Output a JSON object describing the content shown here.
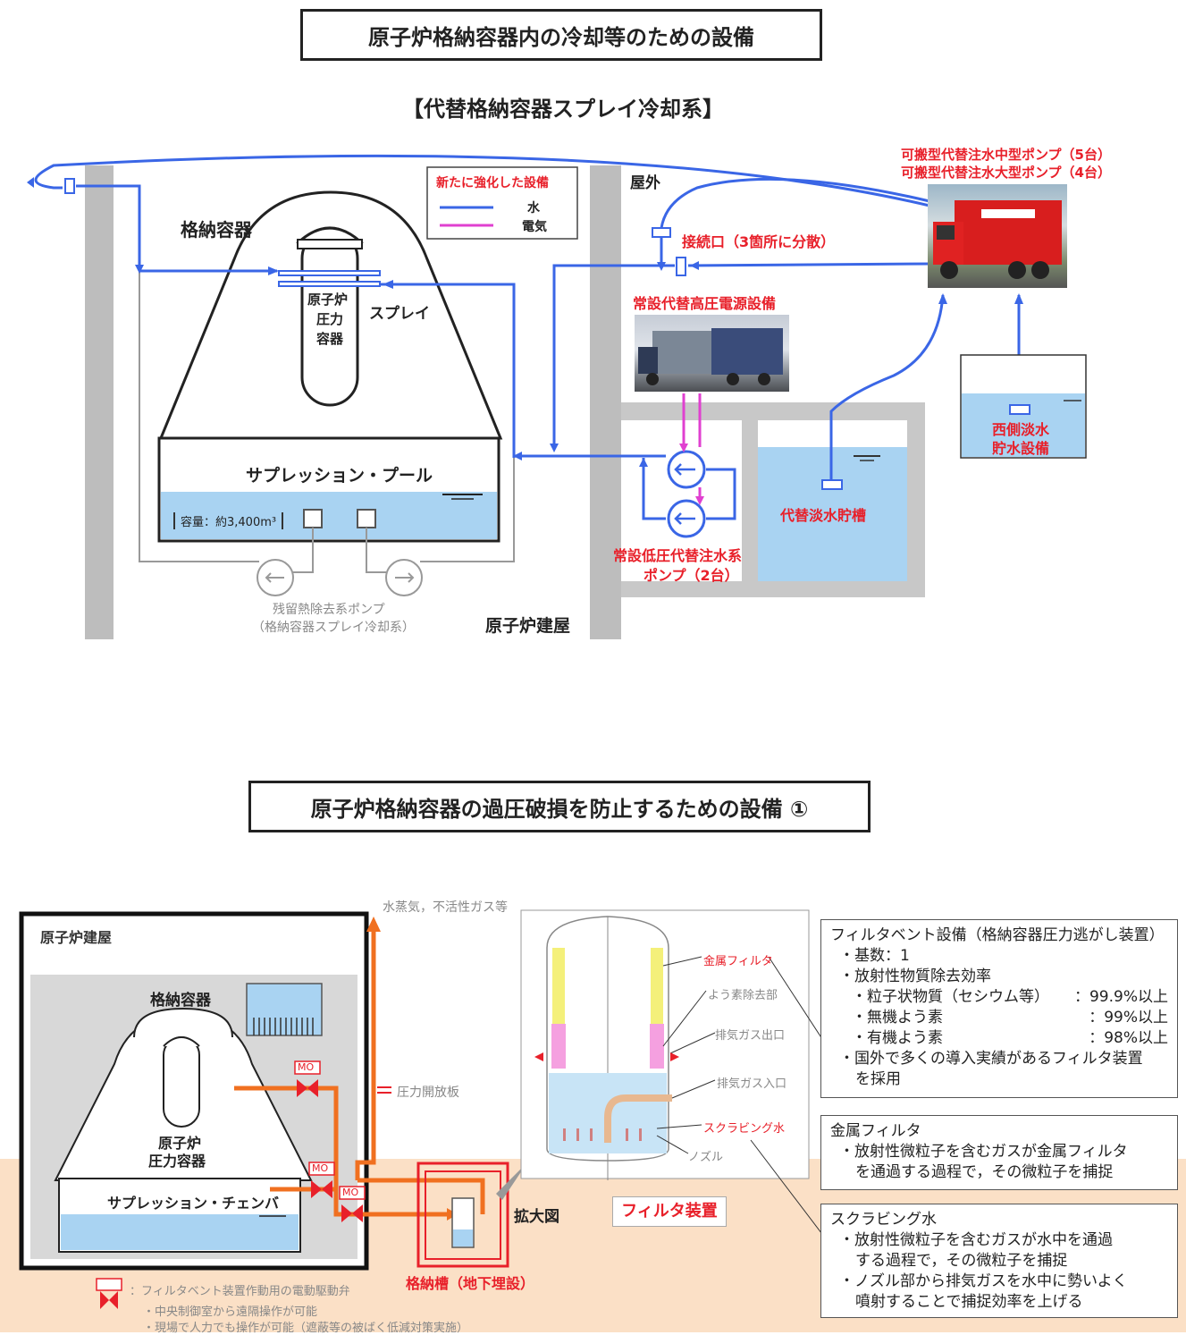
{
  "top": {
    "title": "原子炉格納容器内の冷却等のための設備",
    "subtitle": "【代替格納容器スプレイ冷却系】",
    "legend": {
      "heading": "新たに強化した設備",
      "water": "水",
      "electric": "電気"
    },
    "outdoor_label": "屋外",
    "pcv_label": "格納容器",
    "rpv_label": [
      "原子炉",
      "圧力",
      "容器"
    ],
    "spray_label": "スプレイ",
    "suppression_pool_label": "サプレッション・プール",
    "capacity_label": "容量：約3,400m³",
    "rhr_pump_label": [
      "残留熱除去系ポンプ",
      "（格納容器スプレイ冷却系）"
    ],
    "reactor_building_label": "原子炉建屋",
    "connection_label": "接続口（3箇所に分散）",
    "hv_power_label": "常設代替高圧電源設備",
    "lp_pump_label": [
      "常設低圧代替注水系",
      "ポンプ（2台）"
    ],
    "fw_tank_label": "代替淡水貯槽",
    "portable_pump_label": [
      "可搬型代替注水中型ポンプ（5台）",
      "可搬型代替注水大型ポンプ（4台）"
    ],
    "west_tank_label": [
      "西側淡水",
      "貯水設備"
    ]
  },
  "bottom": {
    "title": "原子炉格納容器の過圧破損を防止するための設備 ①",
    "reactor_building_label": "原子炉建屋",
    "pcv_label": "格納容器",
    "rpv_label": [
      "原子炉",
      "圧力容器"
    ],
    "suppression_chamber_label": "サプレッション・チェンバ",
    "mo_label": "MO",
    "exhaust_label": "水蒸気，不活性ガス等",
    "rupture_disk_label": "圧力開放板",
    "storage_tank_label": "格納槽（地下埋設）",
    "zoom_label": "拡大図",
    "filter_unit_label": "フィルタ装置",
    "filter_parts": {
      "metal_filter": "金属フィルタ",
      "iodine_removal": "よう素除去部",
      "gas_outlet": "排気ガス出口",
      "gas_inlet": "排気ガス入口",
      "scrubbing_water": "スクラビング水",
      "nozzle": "ノズル"
    },
    "legend_mo_text": "：フィルタベント装置作動用の電動駆動弁",
    "legend_notes": [
      "・中央制御室から遠隔操作が可能",
      "・現場で人力でも操作が可能（遮蔽等の被ばく低減対策実施）"
    ],
    "info1": {
      "heading": "フィルタベント設備（格納容器圧力逃がし装置）",
      "count": "・基数：1",
      "efficiency_heading": "・放射性物質除去効率",
      "rows": [
        {
          "name": "・粒子状物質（セシウム等）",
          "value": "：99.9%以上"
        },
        {
          "name": "・無機よう素",
          "value": "：99%以上"
        },
        {
          "name": "・有機よう素",
          "value": "：98%以上"
        }
      ],
      "note": [
        "・国外で多くの導入実績があるフィルタ装置",
        "を採用"
      ]
    },
    "info2": {
      "heading": "金属フィルタ",
      "lines": [
        "・放射性微粒子を含むガスが金属フィルタ",
        "を通過する過程で，その微粒子を捕捉"
      ]
    },
    "info3": {
      "heading": "スクラビング水",
      "lines": [
        "・放射性微粒子を含むガスが水中を通過",
        "する過程で，その微粒子を捕捉",
        "・ノズル部から排気ガスを水中に勢いよく",
        "噴射することで捕捉効率を上げる"
      ]
    }
  },
  "colors": {
    "water_line": "#3a66e6",
    "electric_line": "#e040d0",
    "accent_red": "#e8202a",
    "vent_line": "#f07020",
    "water_fill": "#a9d3f2",
    "ground": "#fbe0c6"
  }
}
